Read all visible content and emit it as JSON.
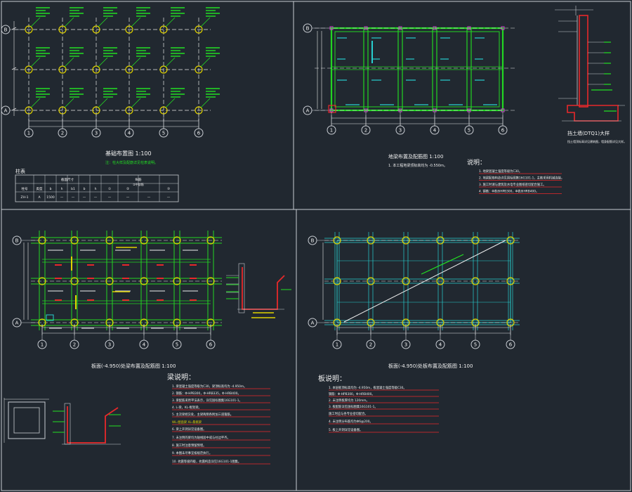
{
  "colors": {
    "background": "#212830",
    "frame": "#c8ccd2",
    "grid": "#e8e8e8",
    "beam": "#22d622",
    "column": "#e0d200",
    "annot": "#22e022",
    "dim": "#e8e8e8",
    "red": "#e8282a",
    "magenta": "#d040d0",
    "cyan": "#28d0d0",
    "title": "#f0f0f0",
    "bubble": "#22d622"
  },
  "axes": {
    "numbers": [
      "1",
      "2",
      "3",
      "4",
      "5",
      "6"
    ],
    "letters": [
      "A",
      "B"
    ]
  },
  "panel1": {
    "title": "基础布置图 1:100",
    "note": "注：柱大样及配筋详见柱表说明。",
    "table_title": "柱表",
    "table_header": [
      "柱号",
      "类型",
      "b",
      "h",
      "b1",
      "b",
      "h",
      "①",
      "②",
      "③"
    ],
    "table_group1": "截面尺寸",
    "table_group2": "纵筋",
    "table_sub": "②中部筋",
    "table_row": [
      "ZH-1",
      "A",
      "1500",
      "—",
      "—",
      "—",
      "—",
      "—",
      "—",
      "—",
      "—"
    ]
  },
  "panel2": {
    "title": "地梁布置及配筋图 1:100",
    "note": "1. 本工程地梁顶标高均为 -0.550m。",
    "legend_title": "说明：",
    "notes": [
      "1. 地梁混凝土强度等级为C30。",
      "2. 地梁配筋构造详见国标图集16G101-1，主筋采用机械连接。",
      "3. 施工时请与建筑及水电专业图纸密切配合施工。",
      "4. 钢筋：Φ表示HPB300，Φ表示HRB400。"
    ],
    "detail_title": "挡土墙(DTQ1)大样",
    "detail_note": "挡土墙顶标高详见建筑图，墙身配筋详见大样。"
  },
  "panel3": {
    "title": "板面(-4.950)处梁布置及配筋图 1:100",
    "legend_title": "梁说明：",
    "notes": [
      "1. 梁混凝土强度等级为C30，梁顶标高均为 -4.950m。",
      "2. 钢筋：Φ-HPB300，Φ-HRB335，Φ-HRB400。",
      "3. 梁配筋采用平法表示，详见国标图集16G101-1。",
      "4. L-梁，KL-框架梁。",
      "5. 主次梁相交处，主梁两侧各附加三道箍筋。",
      "WL-屋面梁 XL-悬挑梁",
      "6. 梁上开洞详见设备图。",
      "7. 未注明的梁均为轴线居中或与柱边平齐。",
      "8. 施工时注意预留预埋。",
      "9. 本图未尽事宜按规范执行。",
      "10. 抗震等级四级，抗震构造详见16G101-1图集。"
    ]
  },
  "panel4": {
    "title": "板面(-4.950)处板布置及配筋图 1:100",
    "legend_title": "板说明：",
    "notes": [
      "1. 本层板顶标高均为 -4.950m，板混凝土强度等级C30。",
      "   钢筋：Φ-HPB300，Φ-HRB400。",
      "2. 未注明板厚均为 120mm。",
      "3. 板配筋详见国标图集16G101-1。",
      "   施工时应与各专业密切配合。",
      "4. 未注明分布筋均为Φ6@200。",
      "5. 板上开洞详见设备图。"
    ]
  }
}
